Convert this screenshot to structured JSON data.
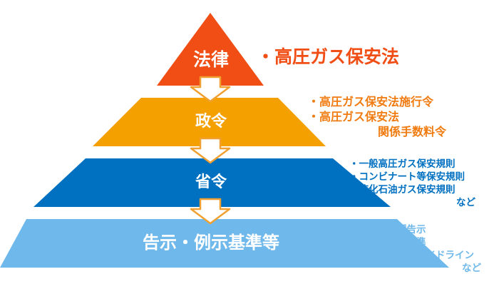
{
  "tiers": [
    {
      "label": "法律",
      "color": "#f04e14"
    },
    {
      "label": "政令",
      "color": "#f4a000"
    },
    {
      "label": "省令",
      "color": "#0070c0"
    },
    {
      "label": "告示・例示基準等",
      "color": "#6fb8eb"
    }
  ],
  "arrow_color": "#f0a030",
  "notes": {
    "law": {
      "color": "#f04e14",
      "lines": [
        "・高圧ガス保安法"
      ]
    },
    "cabinet_order": {
      "color": "#f07b10",
      "lines": [
        "・高圧ガス保安法施行令",
        "・高圧ガス保安法",
        "関係手数料令"
      ]
    },
    "ministerial_ordinance": {
      "color": "#0070c0",
      "lines": [
        "・一般高圧ガス保安規則",
        "・コンビナート等保安規則",
        "・液化石油ガス保安規則",
        "など"
      ]
    },
    "notifications": {
      "color": "#6fb8eb",
      "lines": [
        "・各種告示",
        "・例示基準",
        "・通達・ガイドライン",
        "など"
      ]
    }
  }
}
